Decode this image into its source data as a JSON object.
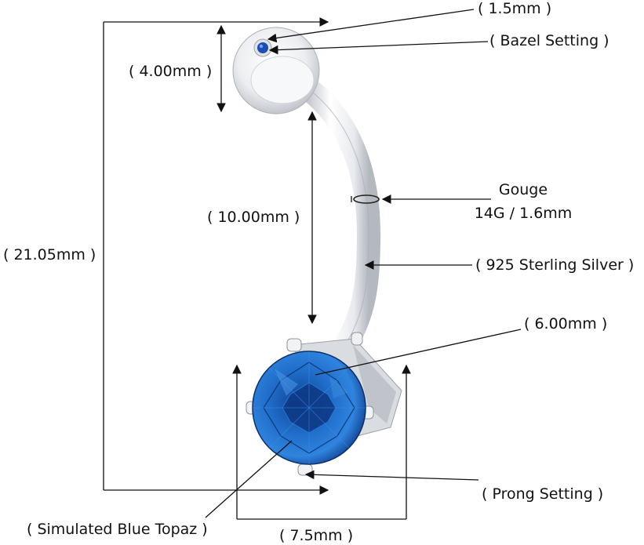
{
  "labels": {
    "bezel_stone_size": "( 1.5mm )",
    "bezel_setting": "( Bazel Setting )",
    "top_ball_size": "( 4.00mm )",
    "bar_length": "( 10.00mm )",
    "total_length": "( 21.05mm )",
    "gauge_title": "Gouge",
    "gauge_value": "14G / 1.6mm",
    "material": "( 925 Sterling Silver )",
    "main_stone_size": "( 6.00mm )",
    "prong_setting": "( Prong Setting )",
    "stone_name": "( Simulated Blue Topaz )",
    "setting_width": "( 7.5mm )"
  },
  "colors": {
    "stone": "#1a5fb8",
    "stone_dark": "#0b2f6e",
    "metal_light": "#f4f5f7",
    "metal_shade": "#b9bdc3",
    "line": "#111111"
  }
}
